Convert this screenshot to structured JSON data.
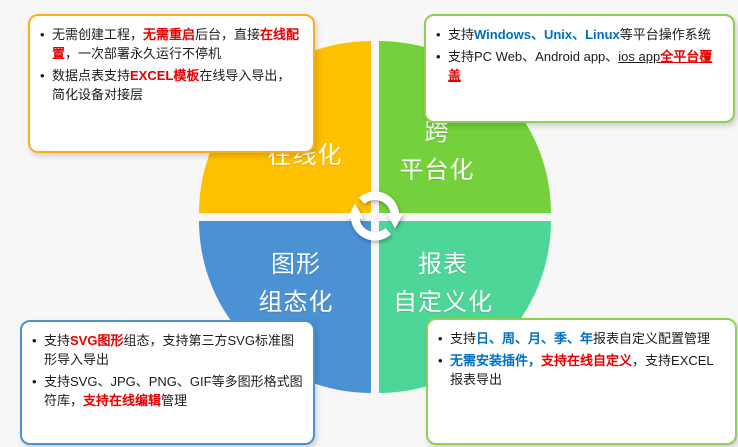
{
  "colors": {
    "background": "#F7F7F7",
    "quadrant_online": "#FFC000",
    "quadrant_cross_platform": "#74D13C",
    "quadrant_graphics": "#4B92D4",
    "quadrant_report": "#4ED598",
    "callout_border_orange": "#FBAE17",
    "callout_border_green": "#8FD052",
    "callout_border_blue": "#4B92D4",
    "highlight_red": "#E60000",
    "highlight_blue": "#0070C0"
  },
  "pie": {
    "center_icon": "sync-arrows",
    "quadrants": [
      {
        "id": "online",
        "label_lines": [
          "在线化"
        ],
        "color": "#FFC000"
      },
      {
        "id": "cross-platform",
        "label_lines": [
          "跨",
          "平台化"
        ],
        "color": "#74D13C"
      },
      {
        "id": "graphics",
        "label_lines": [
          "图形",
          "组态化"
        ],
        "color": "#4B92D4"
      },
      {
        "id": "report",
        "label_lines": [
          "报表",
          "自定义化"
        ],
        "color": "#4ED598"
      }
    ]
  },
  "callouts": {
    "top_left": {
      "accent_color": "#FBAE17",
      "items": [
        {
          "segments": [
            {
              "text": "无需创建工程，",
              "style": "normal"
            },
            {
              "text": "无需重启",
              "style": "red"
            },
            {
              "text": "后台，直接",
              "style": "normal"
            },
            {
              "text": "在线配置",
              "style": "red"
            },
            {
              "text": "，一次部署永久运行不停机",
              "style": "normal"
            }
          ]
        },
        {
          "segments": [
            {
              "text": "数据点表支持",
              "style": "normal"
            },
            {
              "text": "EXCEL模板",
              "style": "red"
            },
            {
              "text": "在线导入导出，简化设备对接层",
              "style": "normal"
            }
          ]
        }
      ]
    },
    "top_right": {
      "accent_color": "#8FD052",
      "items": [
        {
          "segments": [
            {
              "text": "支持",
              "style": "normal"
            },
            {
              "text": "Windows、Unix、Linux",
              "style": "blue"
            },
            {
              "text": "等平台操作系统",
              "style": "normal"
            }
          ]
        },
        {
          "segments": [
            {
              "text": "支持PC Web、Android app、",
              "style": "normal"
            },
            {
              "text": "ios app",
              "style": "underline"
            },
            {
              "text": "全平台覆盖",
              "style": "red-underline"
            }
          ]
        }
      ]
    },
    "bottom_left": {
      "accent_color": "#4B92D4",
      "items": [
        {
          "segments": [
            {
              "text": "支持",
              "style": "normal"
            },
            {
              "text": "SVG图形",
              "style": "red"
            },
            {
              "text": "组态，支持第三方SVG标准图形导入导出",
              "style": "normal"
            }
          ]
        },
        {
          "segments": [
            {
              "text": "支持SVG、JPG、PNG、GIF等多图形格式图符库，",
              "style": "normal"
            },
            {
              "text": "支持在线编辑",
              "style": "red"
            },
            {
              "text": "管理",
              "style": "normal"
            }
          ]
        }
      ]
    },
    "bottom_right": {
      "accent_color": "#8FD052",
      "items": [
        {
          "segments": [
            {
              "text": "支持",
              "style": "normal"
            },
            {
              "text": "日、周、月、季、年",
              "style": "blue"
            },
            {
              "text": "报表自定义配置管理",
              "style": "normal"
            }
          ]
        },
        {
          "segments": [
            {
              "text": "无需安装插件，",
              "style": "blue"
            },
            {
              "text": "支持在线自定义",
              "style": "red"
            },
            {
              "text": "，支持EXCEL报表导出",
              "style": "normal"
            }
          ]
        }
      ]
    }
  }
}
